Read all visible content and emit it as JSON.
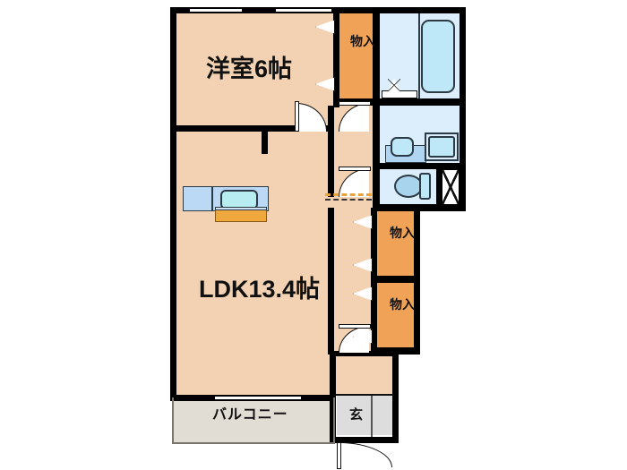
{
  "plan": {
    "type": "floor-plan",
    "title": "1LDK apartment floor plan",
    "units": "jo (tatami)",
    "rooms": [
      {
        "id": "bedroom",
        "label": "洋室6帖",
        "size_jo": 6,
        "kind": "western-room"
      },
      {
        "id": "ldk",
        "label": "LDK13.4帖",
        "size_jo": 13.4,
        "kind": "living-dining-kitchen"
      },
      {
        "id": "balcony",
        "label": "バルコニー",
        "kind": "balcony"
      },
      {
        "id": "genkan",
        "label": "玄",
        "kind": "entrance"
      }
    ],
    "closets": [
      {
        "id": "closet-bedroom",
        "label": "物入"
      },
      {
        "id": "closet-hall-upper",
        "label": "物入"
      },
      {
        "id": "closet-hall-lower",
        "label": "物入"
      }
    ],
    "fixtures": [
      {
        "id": "bathtub",
        "name": "bathtub"
      },
      {
        "id": "washbasin",
        "name": "washbasin"
      },
      {
        "id": "vanity-mirror",
        "name": "vanity-mirror"
      },
      {
        "id": "toilet",
        "name": "toilet"
      },
      {
        "id": "kitchen-counter",
        "name": "kitchen-counter"
      },
      {
        "id": "kitchen-sink",
        "name": "kitchen-sink"
      }
    ],
    "colors": {
      "wall": "#000000",
      "floor": "#F3D2B4",
      "closet": "#F0A356",
      "wet_area": "#DCEEFB",
      "balcony": "#E1DCD4",
      "genkan": "#DDDDDD",
      "fixture_blue": "#BEE8F7",
      "counter_blue": "#BBD9F5",
      "cabinet_orange": "#EFA83E",
      "background": "#FFFFFF"
    }
  }
}
